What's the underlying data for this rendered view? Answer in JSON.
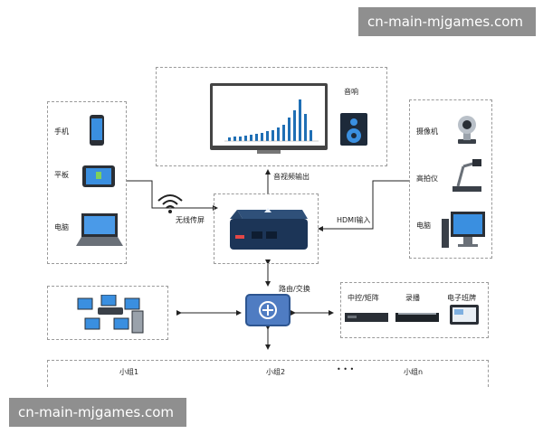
{
  "watermark_top": "cn-main-mjgames.com",
  "watermark_bottom": "cn-main-mjgames.com",
  "sections": {
    "byod": {
      "title": "",
      "items": [
        "手机",
        "平板",
        "电脑"
      ]
    },
    "teacher_screen": {
      "title": "",
      "audio_label": "音响"
    },
    "video_capture": {
      "title": "",
      "items": [
        "摄像机",
        "高拍仪",
        "电脑"
      ]
    },
    "unified_mgmt": {
      "title": ""
    },
    "central_ctrl": {
      "title": "",
      "items": [
        "中控/矩阵",
        "录播",
        "电子班牌"
      ]
    },
    "group_study": {
      "title": "",
      "groups": [
        "小组1",
        "小组2",
        "小组n"
      ],
      "ellipsis": "• • •"
    }
  },
  "links": {
    "wireless": "无线传屏",
    "hdmi_in": "HDMI输入",
    "av_out": "音视频输出",
    "route_switch": "路由/交换"
  },
  "colors": {
    "header_blue": "#1f6fb5",
    "device_blue": "#2b7bc8",
    "box_dark": "#1c3557"
  }
}
